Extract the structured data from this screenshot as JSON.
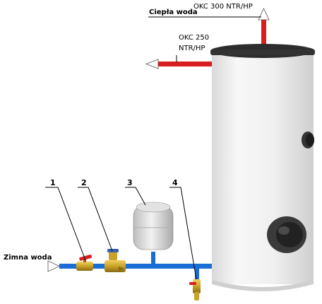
{
  "labels": {
    "hot_water": "Ciepła woda",
    "cold_water": "Zimna woda",
    "model_300": "OKC 300 NTR/HP",
    "model_250_line1": "OKC 250",
    "model_250_line2": "NTR/HP"
  },
  "callouts": [
    "1",
    "2",
    "3",
    "4"
  ],
  "colors": {
    "cold_pipe": "#1a6fd6",
    "hot_pipe": "#d81e1e",
    "tank_body": "#ebebeb",
    "tank_lid": "#2c2c2c",
    "brass": "#c9a227"
  }
}
